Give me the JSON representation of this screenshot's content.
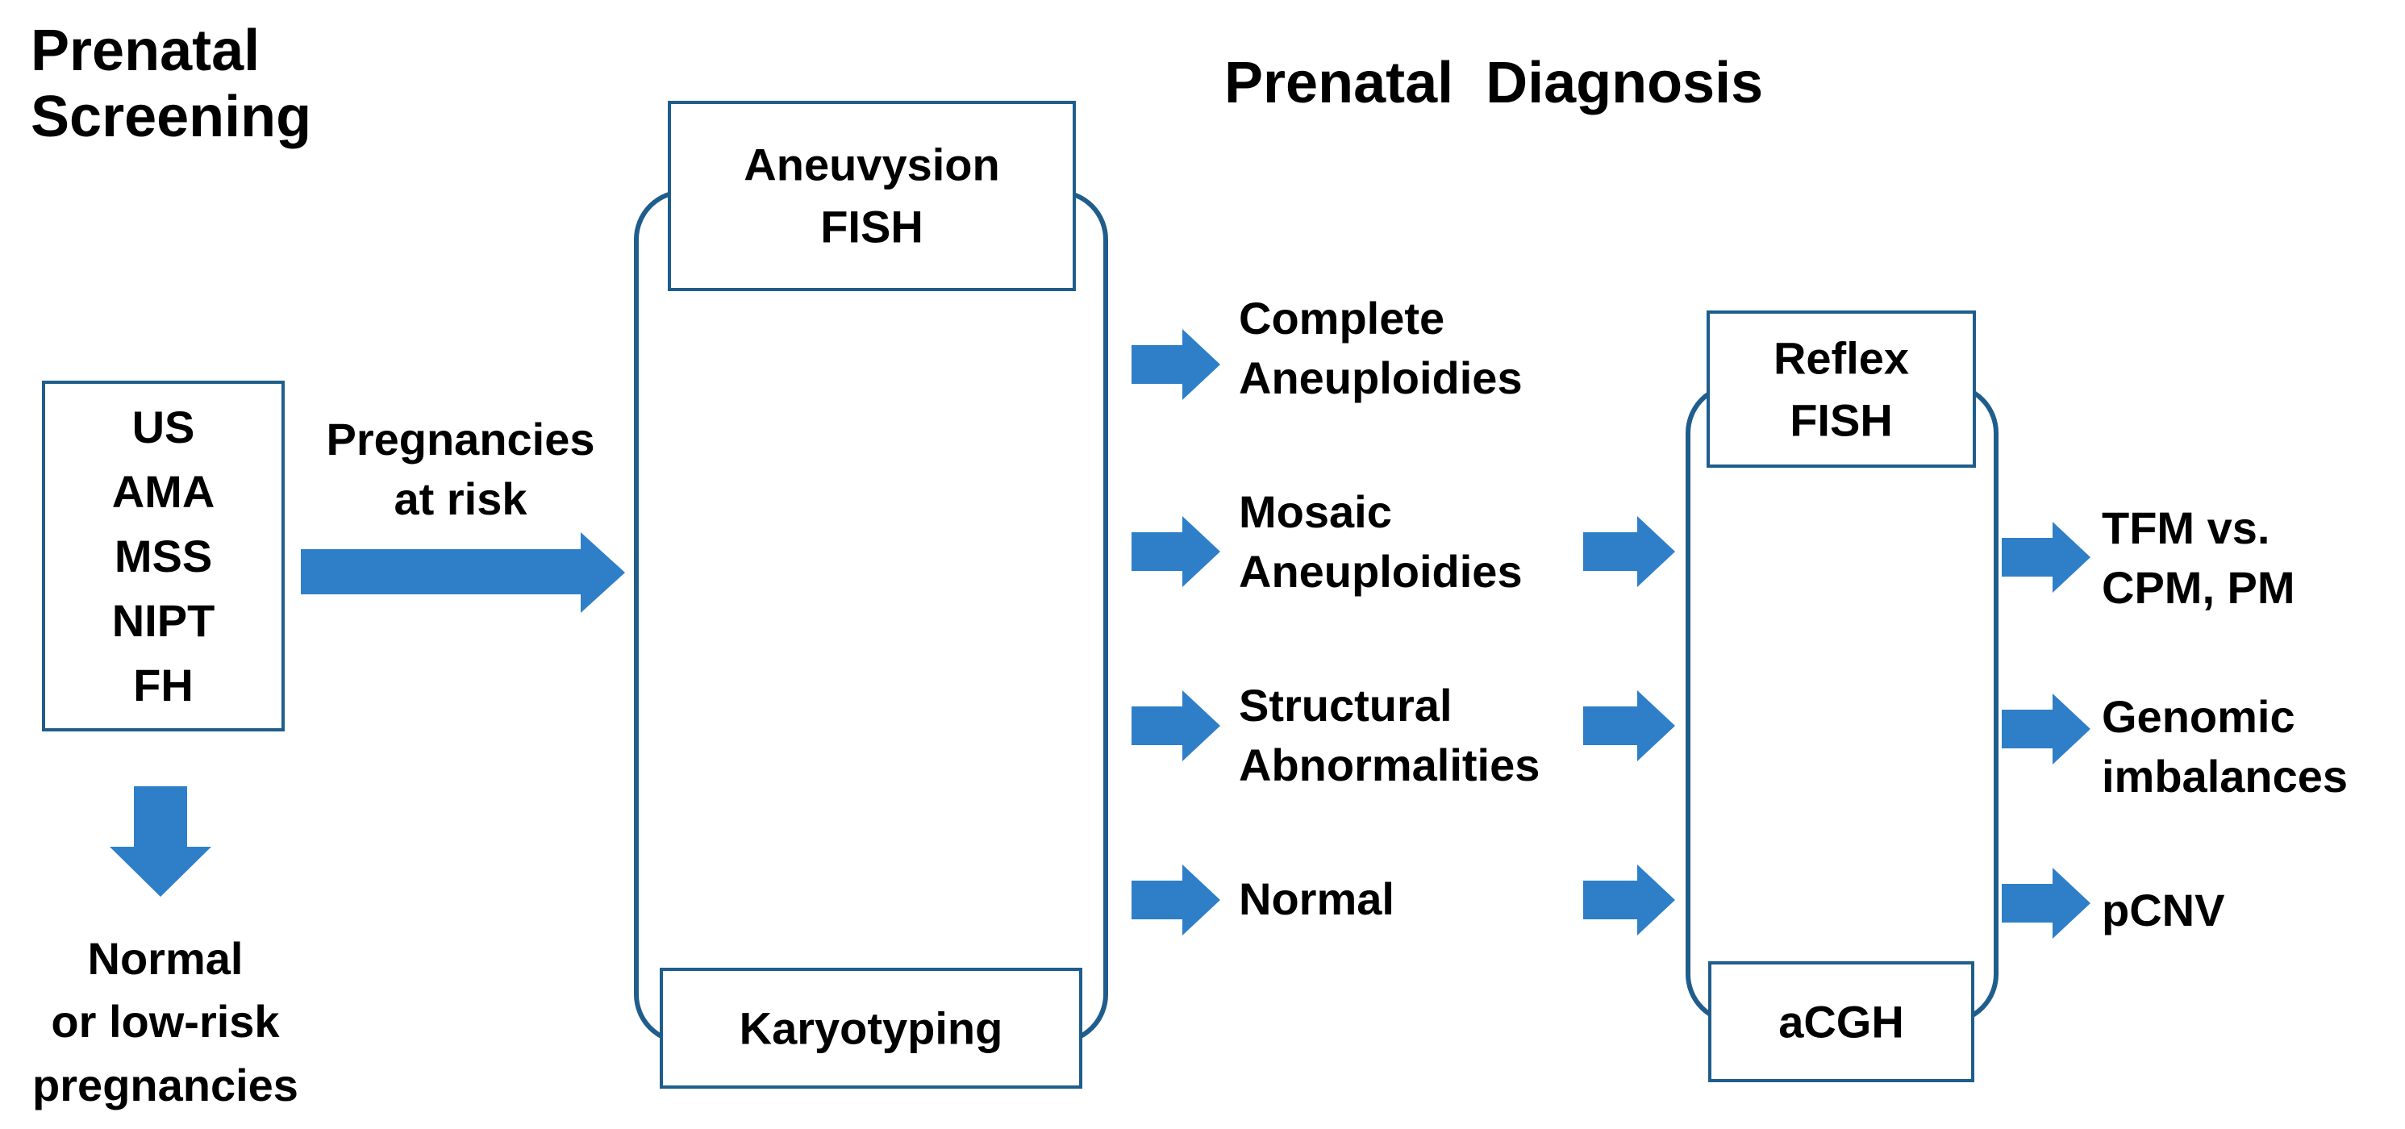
{
  "headings": {
    "screening_line1": "Prenatal",
    "screening_line2": "Screening",
    "diagnosis": "Prenatal  Diagnosis"
  },
  "screening_box": {
    "lines": [
      "US",
      "AMA",
      "MSS",
      "NIPT",
      "FH"
    ]
  },
  "risk_label": {
    "line1": "Pregnancies",
    "line2": "at risk"
  },
  "low_risk_label": {
    "line1": "Normal",
    "line2": "or low-risk",
    "line3": "pregnancies"
  },
  "first_tier": {
    "top_box": {
      "line1": "Aneuvysion",
      "line2": "FISH"
    },
    "bottom_box": {
      "label": "Karyotyping"
    }
  },
  "results": [
    {
      "line1": "Complete",
      "line2": "Aneuploidies"
    },
    {
      "line1": "Mosaic",
      "line2": "Aneuploidies"
    },
    {
      "line1": "Structural",
      "line2": "Abnormalities"
    },
    {
      "line1": "Normal",
      "line2": ""
    }
  ],
  "second_tier": {
    "top_box": {
      "line1": "Reflex",
      "line2": "FISH"
    },
    "bottom_box": {
      "label": "aCGH"
    }
  },
  "outcomes": [
    {
      "line1": "TFM vs.",
      "line2": "CPM, PM"
    },
    {
      "line1": "Genomic",
      "line2": "imbalances"
    },
    {
      "line1": "pCNV",
      "line2": ""
    }
  ],
  "colors": {
    "box_border": "#1f5d8c",
    "arrow_fill": "#2e7fc8",
    "text": "#000000",
    "background": "#ffffff"
  }
}
